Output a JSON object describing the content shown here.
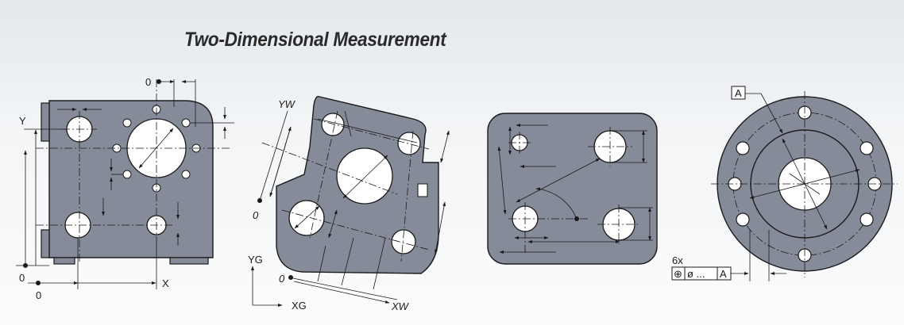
{
  "title": "Two-Dimensional Measurement",
  "colors": {
    "part_fill": "#868b99",
    "part_stroke": "#1a1a1a",
    "hole_fill": "#ffffff",
    "line": "#1a1a1a"
  },
  "figure1": {
    "label_y": "Y",
    "label_x": "X",
    "label_origin_left": "0",
    "label_origin_bottom": "0",
    "label_origin_top": "0"
  },
  "figure2": {
    "label_yw": "YW",
    "label_xw": "XW",
    "label_yg": "YG",
    "label_xg": "XG",
    "label_zero_left": "0",
    "label_zero_bottom": "0"
  },
  "figure4": {
    "datum": "A",
    "count": "6x",
    "fcf_symbol": "⊕",
    "fcf_value": "ø ...",
    "fcf_datum": "A"
  }
}
